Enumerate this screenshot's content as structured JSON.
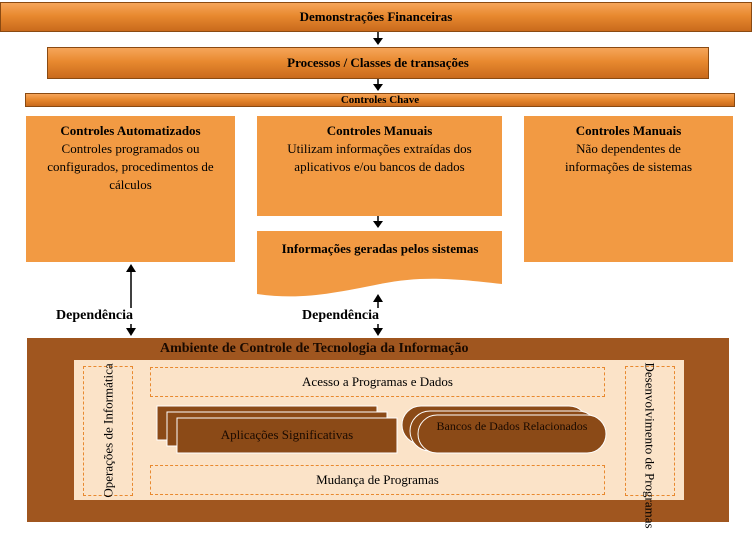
{
  "top_bar": "Demonstrações Financeiras",
  "processes_bar": "Processos / Classes de transações",
  "key_controls_bar": "Controles Chave",
  "controls": [
    {
      "title": "Controles Automatizados",
      "text": "Controles programados ou configurados, procedimentos de cálculos"
    },
    {
      "title": "Controles Manuais",
      "text": "Utilizam informações extraídas dos aplicativos e/ou bancos de dados"
    },
    {
      "title": "Controles Manuais",
      "text": "Não dependentes de informações de sistemas"
    }
  ],
  "system_info": "Informações geradas pelos sistemas",
  "dependency_label": "Dependência",
  "environment": {
    "title": "Ambiente de Controle de Tecnologia da Informação",
    "operations": "Operações de Informática",
    "development": "Desenvolvimento de Programas",
    "access": "Acesso a Programas e Dados",
    "applications": "Aplicações Significativas",
    "databases": "Bancos de Dados Relacionados",
    "change": "Mudança de Programas"
  },
  "colors": {
    "orange": "#f29a43",
    "brown": "#a0561f",
    "light": "#fbe3c8",
    "dark_brown": "#8b4a17"
  }
}
